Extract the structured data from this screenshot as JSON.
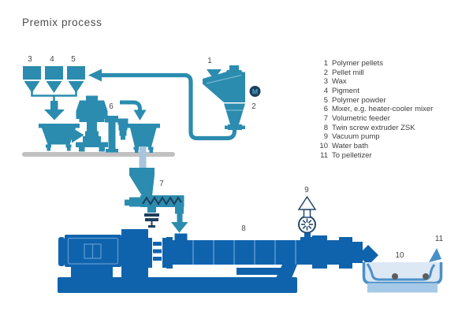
{
  "title": "Premix process",
  "legend": {
    "items": [
      {
        "num": "1",
        "label": "Polymer pellets"
      },
      {
        "num": "2",
        "label": "Pellet mill"
      },
      {
        "num": "3",
        "label": "Wax"
      },
      {
        "num": "4",
        "label": "Pigment"
      },
      {
        "num": "5",
        "label": "Polymer powder"
      },
      {
        "num": "6",
        "label": "Mixer, e.g. heater-cooler mixer"
      },
      {
        "num": "7",
        "label": "Volumetric feeder"
      },
      {
        "num": "8",
        "label": "Twin screw extruder ZSK"
      },
      {
        "num": "9",
        "label": "Vacuum pump"
      },
      {
        "num": "10",
        "label": "Water bath"
      },
      {
        "num": "11",
        "label": "To pelletizer"
      }
    ]
  },
  "diagram": {
    "markers": {
      "m1": "1",
      "m2": "2",
      "m3": "3",
      "m4": "4",
      "m5": "5",
      "m6": "6",
      "m7": "7",
      "m8": "8",
      "m9": "9",
      "m10": "10",
      "m11": "11"
    },
    "motor_label": "M"
  },
  "colors": {
    "teal": "#2b8caf",
    "navy": "#1e3f5c",
    "extruder_blue": "#0f63ad",
    "light_pipe": "#a9c4dc",
    "bath_blue": "#4a90c8",
    "water": "#dce8f4",
    "bath_base": "#a5c9e7",
    "floor_gray": "#c1c1c1",
    "text": "#454545"
  }
}
